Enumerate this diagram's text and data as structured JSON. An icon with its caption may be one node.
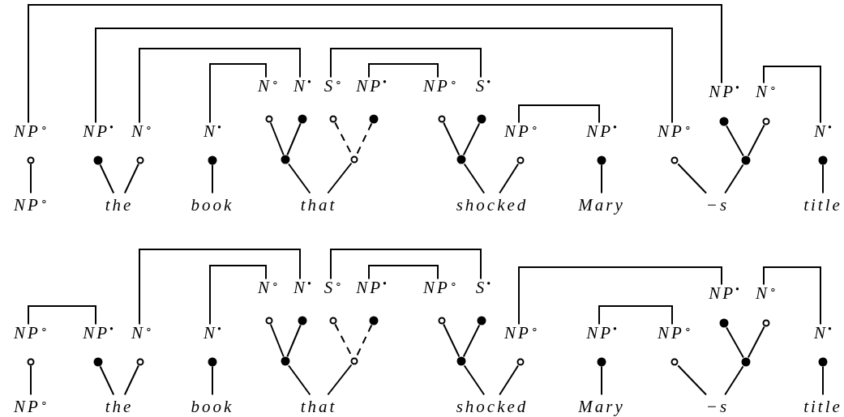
{
  "diagram": {
    "nodes": [
      {
        "text": [
          "NP$^{∘}$"
        ]
      },
      {
        "text": [],
        "shape": "circle"
      },
      {
        "text": [
          "NP$^{∘}$"
        ]
      },
      {
        "text": [
          "NP$^{•}$"
        ]
      },
      {
        "text": [
          "N$^{∘}$"
        ]
      },
      {
        "text": [],
        "shape": "dot"
      },
      {
        "text": [],
        "shape": "circle"
      },
      {
        "text": [
          "the"
        ]
      },
      {
        "text": [
          "N$^{•}$"
        ]
      },
      {
        "text": [],
        "shape": "dot"
      },
      {
        "text": [
          "book"
        ]
      },
      {
        "text": [
          "N$^{∘}$"
        ]
      },
      {
        "text": [
          "N$^{•}$"
        ]
      },
      {
        "text": [
          "S$^{∘}$"
        ]
      },
      {
        "text": [
          "NP$^{•}$"
        ]
      },
      {
        "text": [
          "NP$^{∘}$"
        ]
      },
      {
        "text": [
          "S$^{•}$"
        ]
      },
      {
        "text": [],
        "shape": "circle"
      },
      {
        "text": [],
        "shape": "dot"
      },
      {
        "text": [],
        "shape": "circle"
      },
      {
        "text": [],
        "shape": "dot"
      },
      {
        "text": [],
        "shape": "dot"
      },
      {
        "text": [],
        "shape": "circle"
      },
      {
        "text": [
          "that"
        ]
      },
      {
        "text": [],
        "shape": "circle"
      },
      {
        "text": [],
        "shape": "dot"
      },
      {
        "text": [],
        "shape": "dot"
      },
      {
        "text": [
          "NP$^{∘}$"
        ]
      },
      {
        "text": [],
        "shape": "circle"
      },
      {
        "text": [
          "shocked"
        ]
      },
      {
        "text": [
          "NP$^{•}$"
        ]
      },
      {
        "text": [],
        "shape": "dot"
      },
      {
        "text": [
          "Mary"
        ]
      },
      {
        "text": [
          "NP$^{∘}$"
        ]
      },
      {
        "text": [
          "NP$^{•}$"
        ]
      },
      {
        "text": [
          "N$^{∘}$"
        ]
      },
      {
        "text": [],
        "shape": "dot"
      },
      {
        "text": [],
        "shape": "circle"
      },
      {
        "text": [],
        "shape": "circle"
      },
      {
        "text": [],
        "shape": "dot"
      },
      {
        "text": [
          "−s"
        ]
      },
      {
        "text": [
          "N$^{•}$"
        ]
      },
      {
        "text": [],
        "shape": "dot"
      },
      {
        "text": [
          "title"
        ]
      },
      {
        "text": [
          "NP$^{∘}$"
        ]
      },
      {
        "text": [],
        "shape": "circle"
      },
      {
        "text": [
          "NP$^{∘}$"
        ]
      },
      {
        "text": [
          "NP$^{•}$"
        ]
      },
      {
        "text": [
          "N$^{∘}$"
        ]
      },
      {
        "text": [],
        "shape": "dot"
      },
      {
        "text": [],
        "shape": "circle"
      },
      {
        "text": [
          "the"
        ]
      },
      {
        "text": [
          "N$^{•}$"
        ]
      },
      {
        "text": [],
        "shape": "dot"
      },
      {
        "text": [
          "book"
        ]
      },
      {
        "text": [
          "N$^{∘}$"
        ]
      },
      {
        "text": [
          "N$^{•}$"
        ]
      },
      {
        "text": [
          "S$^{∘}$"
        ]
      },
      {
        "text": [
          "NP$^{•}$"
        ]
      },
      {
        "text": [
          "NP$^{∘}$"
        ]
      },
      {
        "text": [
          "S$^{•}$"
        ]
      },
      {
        "text": [],
        "shape": "circle"
      },
      {
        "text": [],
        "shape": "dot"
      },
      {
        "text": [],
        "shape": "circle"
      },
      {
        "text": [],
        "shape": "dot"
      },
      {
        "text": [],
        "shape": "dot"
      },
      {
        "text": [],
        "shape": "circle"
      },
      {
        "text": [
          "that"
        ]
      },
      {
        "text": [],
        "shape": "circle"
      },
      {
        "text": [],
        "shape": "dot"
      },
      {
        "text": [],
        "shape": "dot"
      },
      {
        "text": [
          "NP$^{∘}$"
        ]
      },
      {
        "text": [],
        "shape": "circle"
      },
      {
        "text": [
          "shocked"
        ]
      },
      {
        "text": [
          "NP$^{•}$"
        ]
      },
      {
        "text": [],
        "shape": "dot"
      },
      {
        "text": [
          "Mary"
        ]
      },
      {
        "text": [
          "NP$^{∘}$"
        ]
      },
      {
        "text": [
          "NP$^{•}$"
        ]
      },
      {
        "text": [
          "N$^{∘}$"
        ]
      },
      {
        "text": [],
        "shape": "dot"
      },
      {
        "text": [],
        "shape": "circle"
      },
      {
        "text": [],
        "shape": "circle"
      },
      {
        "text": [],
        "shape": "dot"
      },
      {
        "text": [
          "−s"
        ]
      },
      {
        "text": [
          "N$^{•}$"
        ]
      },
      {
        "text": [],
        "shape": "dot"
      },
      {
        "text": [
          "title"
        ]
      }
    ],
    "edges": [
      {
        "from": 1,
        "to": 2,
        "arrow": "none"
      },
      {
        "from": 5,
        "to": 7,
        "arrow": "none"
      },
      {
        "from": 6,
        "to": 7,
        "arrow": "none"
      },
      {
        "from": 9,
        "to": 10,
        "arrow": "none"
      },
      {
        "from": 17,
        "to": 21,
        "arrow": "none"
      },
      {
        "from": 18,
        "to": 21,
        "arrow": "none"
      },
      {
        "from": 19,
        "to": 22,
        "arrow": "none",
        "style": "dashed"
      },
      {
        "from": 20,
        "to": 22,
        "arrow": "none",
        "style": "dashed"
      },
      {
        "from": 21,
        "to": 23,
        "arrow": "none"
      },
      {
        "from": 22,
        "to": 23,
        "arrow": "none"
      },
      {
        "from": 24,
        "to": 26,
        "arrow": "none"
      },
      {
        "from": 25,
        "to": 26,
        "arrow": "none"
      },
      {
        "from": 26,
        "to": 29,
        "arrow": "none"
      },
      {
        "from": 28,
        "to": 29,
        "arrow": "none"
      },
      {
        "from": 31,
        "to": 32,
        "arrow": "none"
      },
      {
        "from": 36,
        "to": 39,
        "arrow": "none"
      },
      {
        "from": 37,
        "to": 39,
        "arrow": "none"
      },
      {
        "from": 38,
        "to": 40,
        "arrow": "none"
      },
      {
        "from": 39,
        "to": 40,
        "arrow": "none"
      },
      {
        "from": 42,
        "to": 43,
        "arrow": "none"
      },
      {
        "from": 0,
        "to": 34,
        "arrow": "none"
      },
      {
        "from": 3,
        "to": 33,
        "arrow": "none"
      },
      {
        "from": 4,
        "to": 12,
        "arrow": "none"
      },
      {
        "from": 8,
        "to": 11,
        "arrow": "none"
      },
      {
        "from": 13,
        "to": 16,
        "arrow": "none"
      },
      {
        "from": 14,
        "to": 15,
        "arrow": "none"
      },
      {
        "from": 27,
        "to": 30,
        "arrow": "none"
      },
      {
        "from": 35,
        "to": 41,
        "arrow": "none"
      },
      {
        "from": 45,
        "to": 46,
        "arrow": "none"
      },
      {
        "from": 49,
        "to": 51,
        "arrow": "none"
      },
      {
        "from": 50,
        "to": 51,
        "arrow": "none"
      },
      {
        "from": 53,
        "to": 54,
        "arrow": "none"
      },
      {
        "from": 61,
        "to": 65,
        "arrow": "none"
      },
      {
        "from": 62,
        "to": 65,
        "arrow": "none"
      },
      {
        "from": 63,
        "to": 66,
        "arrow": "none",
        "style": "dashed"
      },
      {
        "from": 64,
        "to": 66,
        "arrow": "none",
        "style": "dashed"
      },
      {
        "from": 65,
        "to": 67,
        "arrow": "none"
      },
      {
        "from": 66,
        "to": 67,
        "arrow": "none"
      },
      {
        "from": 68,
        "to": 70,
        "arrow": "none"
      },
      {
        "from": 69,
        "to": 70,
        "arrow": "none"
      },
      {
        "from": 70,
        "to": 73,
        "arrow": "none"
      },
      {
        "from": 72,
        "to": 73,
        "arrow": "none"
      },
      {
        "from": 75,
        "to": 76,
        "arrow": "none"
      },
      {
        "from": 80,
        "to": 83,
        "arrow": "none"
      },
      {
        "from": 81,
        "to": 83,
        "arrow": "none"
      },
      {
        "from": 82,
        "to": 84,
        "arrow": "none"
      },
      {
        "from": 83,
        "to": 84,
        "arrow": "none"
      },
      {
        "from": 86,
        "to": 87,
        "arrow": "none"
      },
      {
        "from": 44,
        "to": 47,
        "arrow": "none"
      },
      {
        "from": 48,
        "to": 56,
        "arrow": "none"
      },
      {
        "from": 52,
        "to": 55,
        "arrow": "none"
      },
      {
        "from": 57,
        "to": 60,
        "arrow": "none"
      },
      {
        "from": 58,
        "to": 59,
        "arrow": "none"
      },
      {
        "from": 71,
        "to": 78,
        "arrow": "none"
      },
      {
        "from": 79,
        "to": 85,
        "arrow": "none"
      },
      {
        "from": 74,
        "to": 77,
        "arrow": "none"
      }
    ]
  }
}
